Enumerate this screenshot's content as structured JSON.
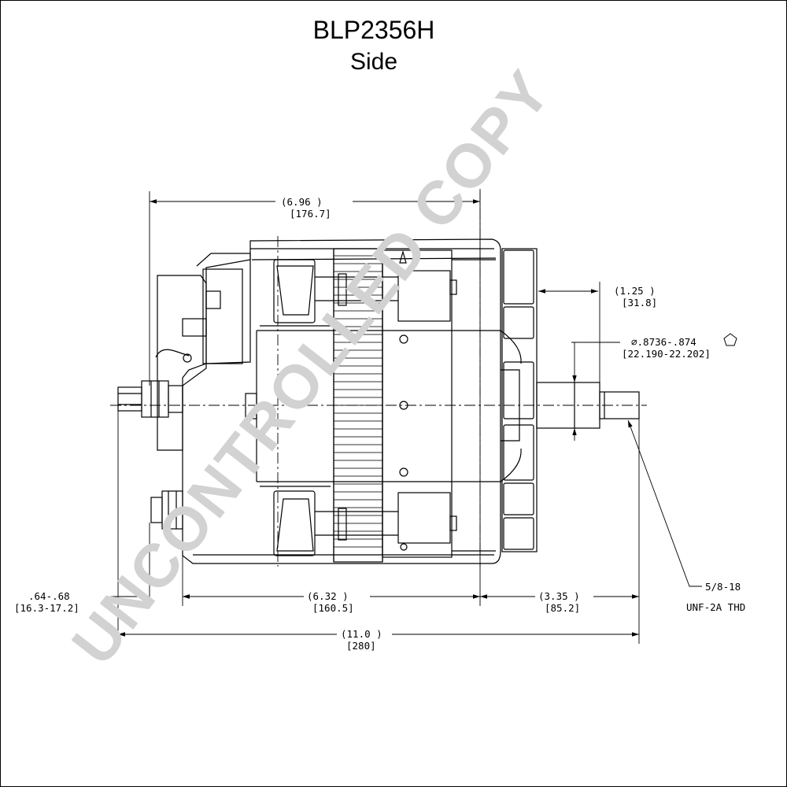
{
  "drawing": {
    "title": "BLP2356H",
    "view": "Side",
    "watermark": "UNCONTROLLED COPY",
    "line_color": "#000000",
    "watermark_color": "#d2d2d2"
  },
  "dimensions": {
    "overall_body": {
      "inch": "(6.96  )",
      "mm": "[176.7]"
    },
    "shaft_step": {
      "inch": "(1.25  )",
      "mm": "[31.8]"
    },
    "shaft_diameter": {
      "inch": "∅.8736-.874",
      "mm": "[22.190-22.202]",
      "symbol": "pentagon-icon"
    },
    "terminal_stud": {
      "inch": ".64-.68",
      "mm": "[16.3-17.2]"
    },
    "housing_length": {
      "inch": "(6.32   )",
      "mm": "[160.5]"
    },
    "shaft_length": {
      "inch": "(3.35  )",
      "mm": "[85.2]"
    },
    "overall_length": {
      "inch": "(11.0 )",
      "mm": "[280]"
    },
    "thread": {
      "size": "5/8-18",
      "spec": "UNF-2A THD"
    }
  }
}
